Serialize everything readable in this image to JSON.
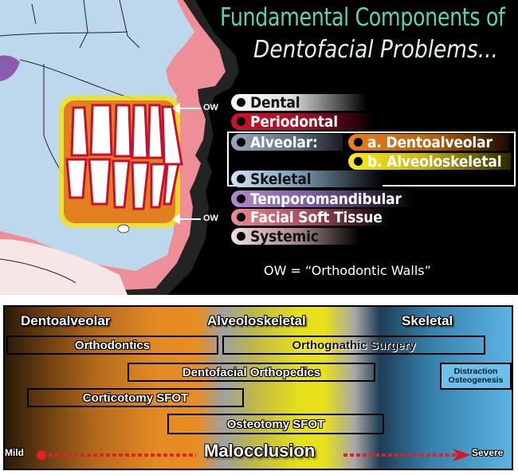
{
  "title": {
    "line1": "Fundamental Components of",
    "line2": "Dentofacial Problems..."
  },
  "illustration": {
    "ow_upper": "OW",
    "ow_lower": "OW",
    "description": "Lateral skull profile with dentition, soft tissue in pink, bone in light blue"
  },
  "components": [
    {
      "label": "Dental",
      "color": "#ffffff"
    },
    {
      "label": "Periodontal",
      "color": "#c8102e"
    },
    {
      "label": "Alveolar:",
      "color": "#8a9aaa"
    },
    {
      "label": "a. Dentoalveolar",
      "color": "#e07a1a"
    },
    {
      "label": "b. Alveoloskeletal",
      "color": "#f2e21a"
    },
    {
      "label": "Skeletal",
      "color": "#bcd8ee"
    },
    {
      "label": "Temporomandibular",
      "color": "#a07cc0"
    },
    {
      "label": "Facial Soft Tissue",
      "color": "#e57a85"
    },
    {
      "label": "Systemic",
      "color": "#f2d8d8"
    }
  ],
  "ow_definition": "OW = “Orthodontic Walls”",
  "spectrum": {
    "headers": [
      "Dentoalveolar",
      "Alveoloskeletal",
      "Skeletal"
    ],
    "treatments": [
      {
        "label": "Orthodontics"
      },
      {
        "label": "Orthognathic Surgery"
      },
      {
        "label": "Dentofacial Orthopedics"
      },
      {
        "label": "Distraction Osteogenesis"
      },
      {
        "label": "Corticotomy SFOT"
      },
      {
        "label": "Osteotomy SFOT"
      }
    ],
    "scale": {
      "start": "Mild",
      "middle": "Malocclusion",
      "end": "Severe",
      "color": "#e0202a"
    }
  }
}
